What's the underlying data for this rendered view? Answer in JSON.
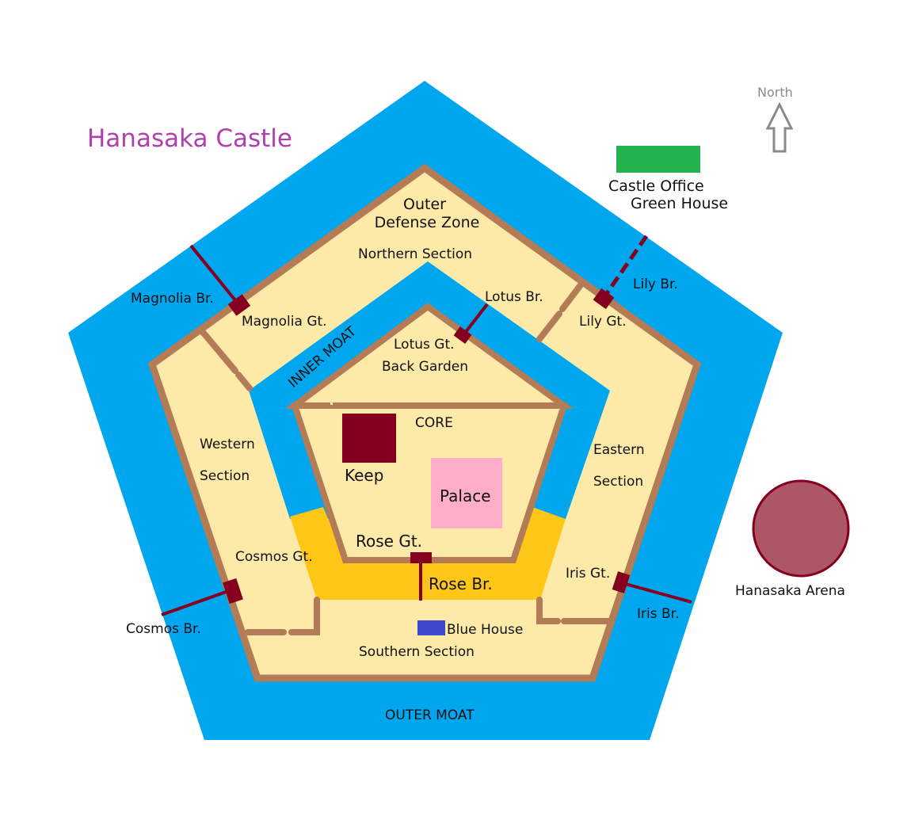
{
  "title": "Hanasaka Castle",
  "compass": {
    "label": "North",
    "icon": "north-arrow-icon"
  },
  "colors": {
    "moat": "#00a6ee",
    "ground": "#fde9a8",
    "wall": "#b47b57",
    "gate": "#84001e",
    "rose_zone": "#fec718",
    "palace": "#ffadc9",
    "keep": "#84001e",
    "castle_office": "#24b24f",
    "blue_house": "#3e48cc",
    "arena_fill": "#ad5666",
    "arena_stroke": "#84001e",
    "title": "#b03fb0"
  },
  "outer_zone": {
    "line1": "Outer",
    "line2": "Defense Zone"
  },
  "sections": {
    "northern": "Northern Section",
    "western_1": "Western",
    "western_2": "Section",
    "eastern_1": "Eastern",
    "eastern_2": "Section",
    "southern": "Southern Section"
  },
  "moats": {
    "inner": "INNER MOAT",
    "outer": "OUTER MOAT"
  },
  "core": {
    "label": "CORE",
    "back_garden": "Back Garden",
    "keep": "Keep",
    "palace": "Palace"
  },
  "gates": {
    "magnolia": "Magnolia Gt.",
    "lily": "Lily Gt.",
    "lotus": "Lotus Gt.",
    "cosmos": "Cosmos Gt.",
    "iris": "Iris Gt.",
    "rose": "Rose Gt."
  },
  "bridges": {
    "magnolia": "Magnolia Br.",
    "lily": "Lily Br.",
    "lotus": "Lotus Br.",
    "cosmos": "Cosmos Br.",
    "iris": "Iris Br.",
    "rose": "Rose Br."
  },
  "landmarks": {
    "castle_office": "Castle Office",
    "green_house": "Green House",
    "blue_house": "Blue House",
    "arena": "Hanasaka Arena"
  }
}
